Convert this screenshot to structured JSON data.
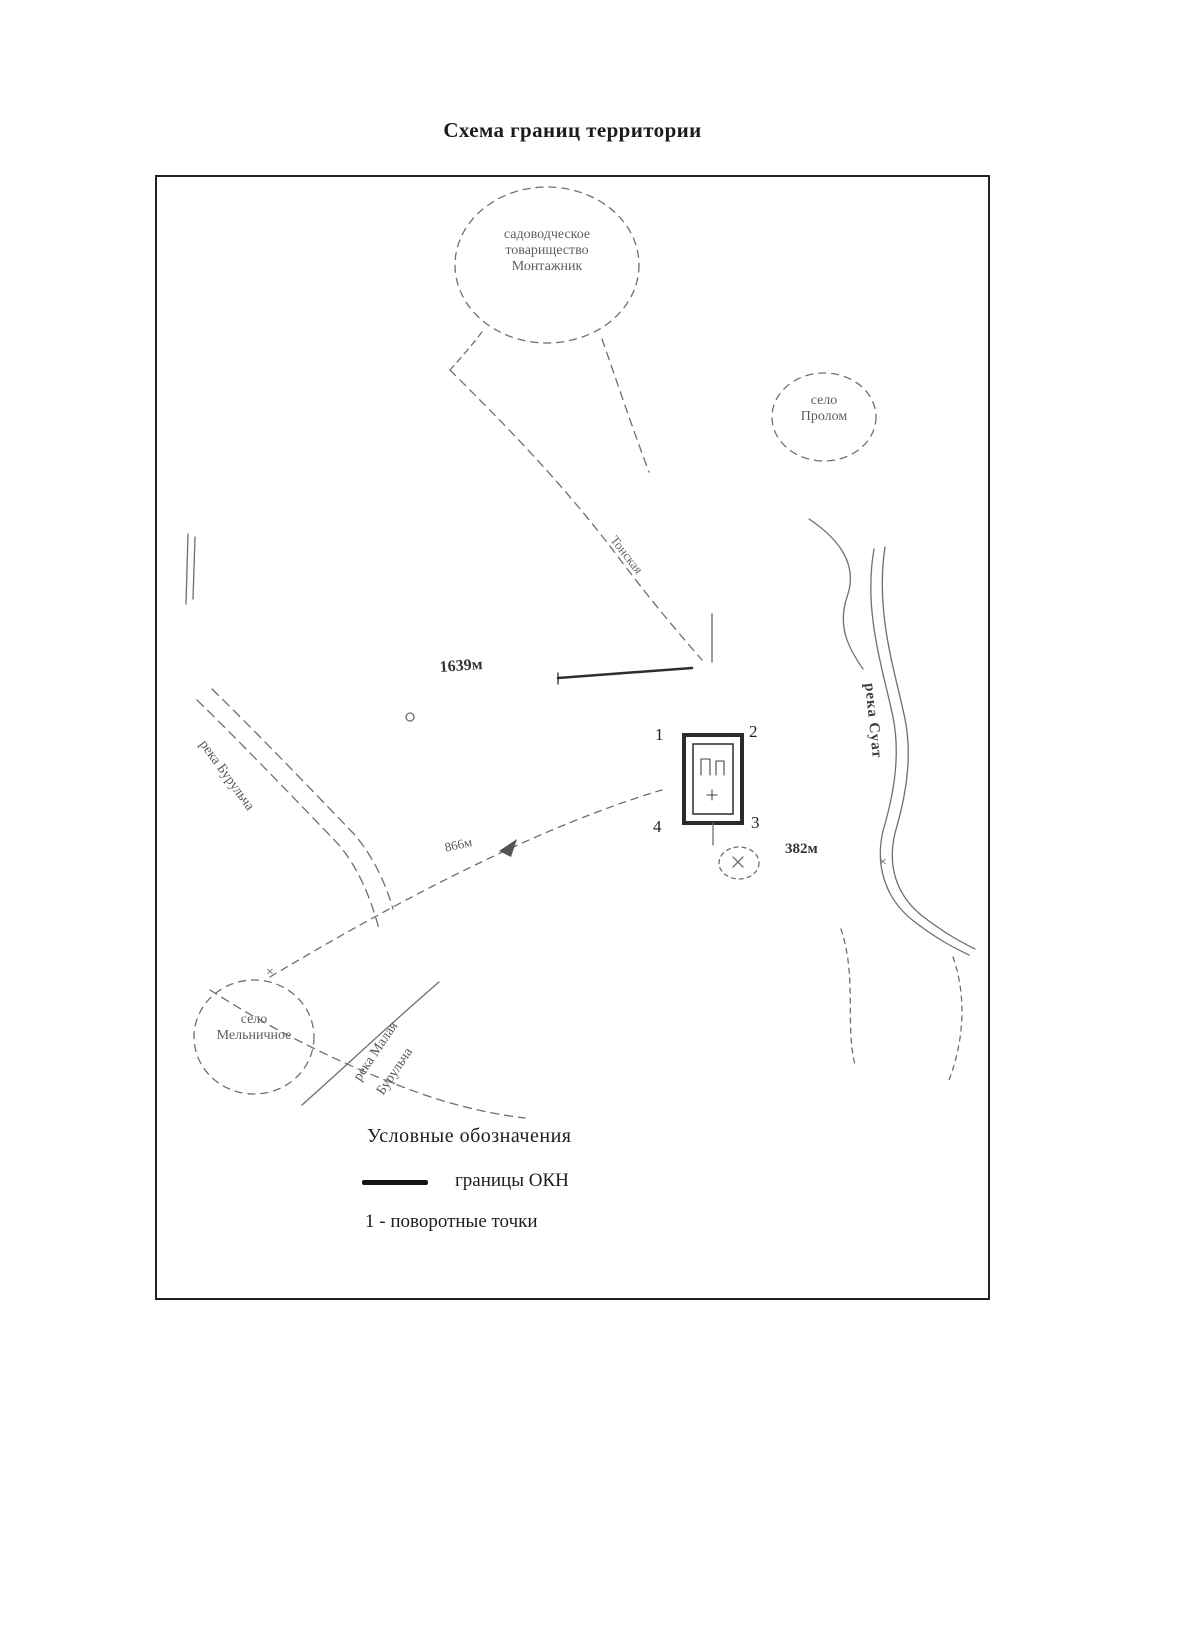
{
  "document": {
    "title": "Схема границ территории"
  },
  "map": {
    "settlements": {
      "garden": {
        "line1": "садоводческое",
        "line2": "товарищество",
        "line3": "Монтажник"
      },
      "village_right": {
        "line1": "село",
        "line2": "Пролом"
      },
      "village_left": {
        "line1": "село",
        "line2": "Мельничное"
      }
    },
    "distances": {
      "d1": "1639м",
      "d2": "382м",
      "d3": "866м"
    },
    "rivers": {
      "right": "река Суат",
      "left": "река Бурульча",
      "bottom_line1": "река Малая",
      "bottom_line2": "Бурульча",
      "creek": "Тонская"
    },
    "points": {
      "p1": "1",
      "p2": "2",
      "p3": "3",
      "p4": "4"
    },
    "marks": {
      "cross1": "×",
      "cross2": "×"
    },
    "legend": {
      "title": "Условные обозначения",
      "boundary_label": "границы ОКН",
      "points_label": "1 - поворотные точки"
    },
    "colors": {
      "boundary": "#2b2b2b",
      "sketch": "#6f6f6f"
    }
  }
}
